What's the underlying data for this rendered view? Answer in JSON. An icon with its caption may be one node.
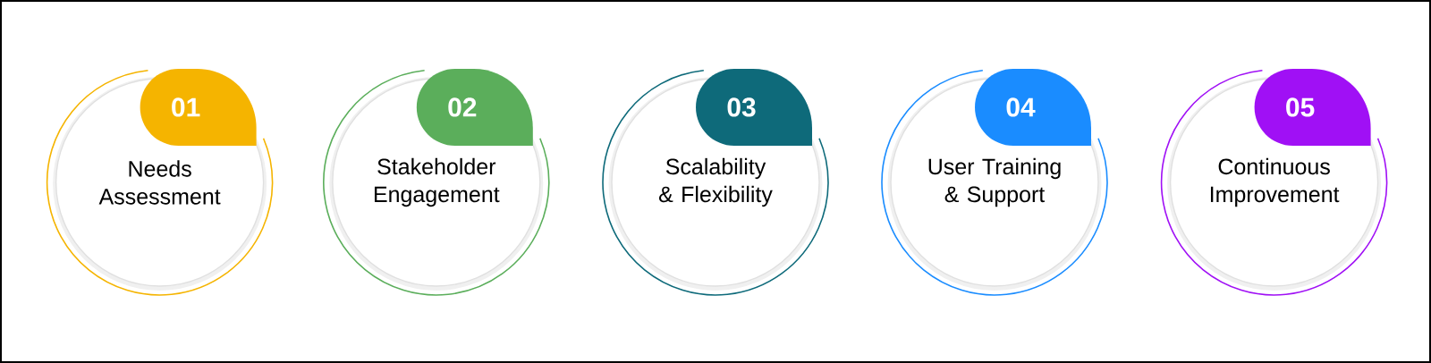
{
  "diagram": {
    "nodes": [
      {
        "text": [
          "01"
        ]
      },
      {
        "text": [
          "Needs Assessment"
        ]
      },
      {
        "text": [
          "02"
        ]
      },
      {
        "text": [
          "Stakeholder Engagement"
        ]
      },
      {
        "text": [
          "03"
        ]
      },
      {
        "text": [
          "Scalability & Flexibility"
        ]
      },
      {
        "text": [
          "04"
        ]
      },
      {
        "text": [
          "User Training & Support"
        ]
      },
      {
        "text": [
          "05"
        ]
      },
      {
        "text": [
          "Continuous Improvement"
        ]
      }
    ]
  }
}
